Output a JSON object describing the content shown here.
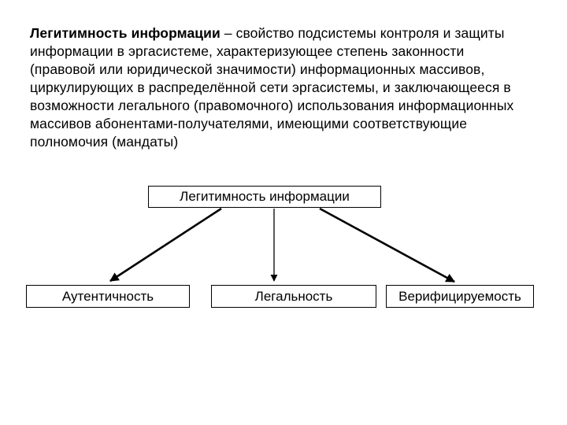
{
  "definition": {
    "term": "Легитимность информации",
    "rest": " – свойство подсистемы контроля и защиты информации в эргасистеме, характеризующее степень законности (правовой или юридической значимости) информационных массивов, циркулирующих в распределённой сети эргасистемы, и заключающееся в возможности легального (правомочного) использования информационных массивов абонентами-получателями, имеющими соответствующие полномочия (мандаты)"
  },
  "diagram": {
    "root": "Легитимность информации",
    "children": [
      "Аутентичность",
      "Легальность",
      "Верифицируемость"
    ]
  },
  "colors": {
    "background": "#ffffff",
    "text": "#000000",
    "box_border": "#000000",
    "arrow": "#000000"
  }
}
